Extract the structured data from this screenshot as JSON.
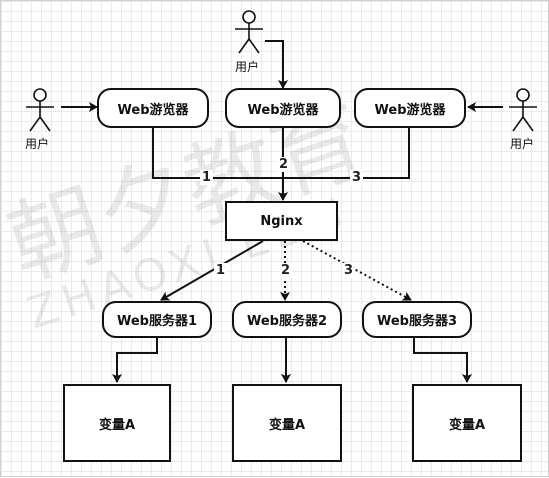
{
  "users": {
    "label": "用户"
  },
  "browsers": [
    {
      "label": "Web游览器"
    },
    {
      "label": "Web游览器"
    },
    {
      "label": "Web游览器"
    }
  ],
  "proxy": {
    "label": "Nginx"
  },
  "servers": [
    {
      "label": "Web服务器1"
    },
    {
      "label": "Web服务器2"
    },
    {
      "label": "Web服务器3"
    }
  ],
  "variables": [
    {
      "label": "变量A"
    },
    {
      "label": "变量A"
    },
    {
      "label": "变量A"
    }
  ],
  "edge_labels": {
    "browser_to_proxy": [
      "1",
      "2",
      "3"
    ],
    "proxy_to_server": [
      "1",
      "2",
      "3"
    ]
  },
  "watermark": {
    "cn": "朝夕教育",
    "en": "ZHAOXI EDU"
  },
  "colors": {
    "stroke": "#111111",
    "grid": "#eaeaea",
    "watermark": "#b0b0b0"
  }
}
